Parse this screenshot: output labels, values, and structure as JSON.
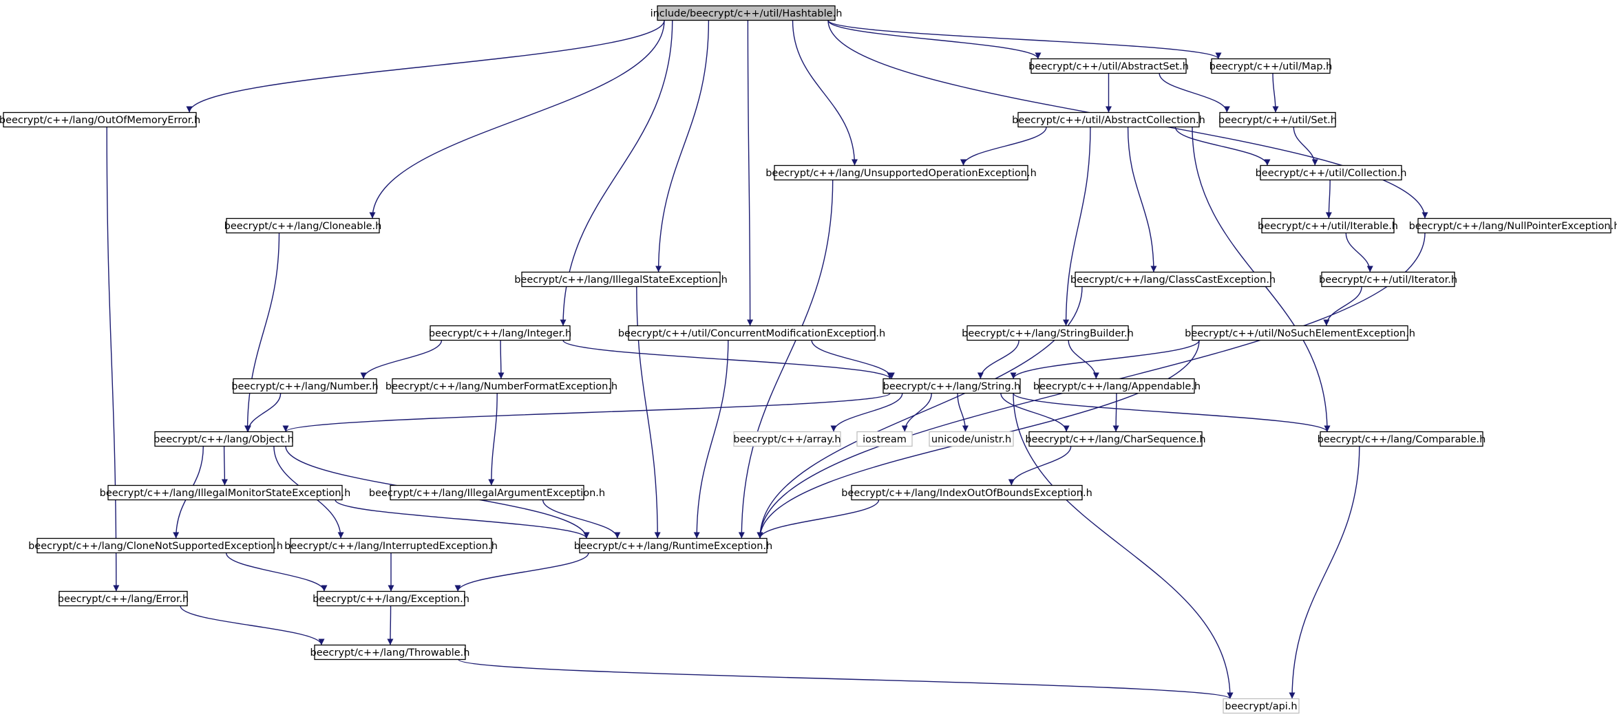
{
  "nodes": [
    {
      "id": "hashtable",
      "label": "include/beecrypt/c++/util/Hashtable.h",
      "kind": "root"
    },
    {
      "id": "oom",
      "label": "beecrypt/c++/lang/OutOfMemoryError.h",
      "kind": "file"
    },
    {
      "id": "cloneable",
      "label": "beecrypt/c++/lang/Cloneable.h",
      "kind": "file"
    },
    {
      "id": "integer",
      "label": "beecrypt/c++/lang/Integer.h",
      "kind": "file"
    },
    {
      "id": "illegalstate",
      "label": "beecrypt/c++/lang/IllegalStateException.h",
      "kind": "file"
    },
    {
      "id": "concurrent",
      "label": "beecrypt/c++/util/ConcurrentModificationException.h",
      "kind": "file"
    },
    {
      "id": "unsupported",
      "label": "beecrypt/c++/lang/UnsupportedOperationException.h",
      "kind": "file"
    },
    {
      "id": "abstractset",
      "label": "beecrypt/c++/util/AbstractSet.h",
      "kind": "file"
    },
    {
      "id": "map",
      "label": "beecrypt/c++/util/Map.h",
      "kind": "file"
    },
    {
      "id": "nullptr",
      "label": "beecrypt/c++/lang/NullPointerException.h",
      "kind": "file"
    },
    {
      "id": "abstractcoll",
      "label": "beecrypt/c++/util/AbstractCollection.h",
      "kind": "file"
    },
    {
      "id": "set",
      "label": "beecrypt/c++/util/Set.h",
      "kind": "file"
    },
    {
      "id": "collection",
      "label": "beecrypt/c++/util/Collection.h",
      "kind": "file"
    },
    {
      "id": "iterable",
      "label": "beecrypt/c++/util/Iterable.h",
      "kind": "file"
    },
    {
      "id": "iterator",
      "label": "beecrypt/c++/util/Iterator.h",
      "kind": "file"
    },
    {
      "id": "nosuch",
      "label": "beecrypt/c++/util/NoSuchElementException.h",
      "kind": "file"
    },
    {
      "id": "classcast",
      "label": "beecrypt/c++/lang/ClassCastException.h",
      "kind": "file"
    },
    {
      "id": "stringbuilder",
      "label": "beecrypt/c++/lang/StringBuilder.h",
      "kind": "file"
    },
    {
      "id": "number",
      "label": "beecrypt/c++/lang/Number.h",
      "kind": "file"
    },
    {
      "id": "numberformat",
      "label": "beecrypt/c++/lang/NumberFormatException.h",
      "kind": "file"
    },
    {
      "id": "string",
      "label": "beecrypt/c++/lang/String.h",
      "kind": "file"
    },
    {
      "id": "appendable",
      "label": "beecrypt/c++/lang/Appendable.h",
      "kind": "file"
    },
    {
      "id": "object",
      "label": "beecrypt/c++/lang/Object.h",
      "kind": "file"
    },
    {
      "id": "array",
      "label": "beecrypt/c++/array.h",
      "kind": "external"
    },
    {
      "id": "iostream",
      "label": "iostream",
      "kind": "external"
    },
    {
      "id": "unistr",
      "label": "unicode/unistr.h",
      "kind": "external"
    },
    {
      "id": "charseq",
      "label": "beecrypt/c++/lang/CharSequence.h",
      "kind": "file"
    },
    {
      "id": "comparable",
      "label": "beecrypt/c++/lang/Comparable.h",
      "kind": "file"
    },
    {
      "id": "illegalmonitor",
      "label": "beecrypt/c++/lang/IllegalMonitorStateException.h",
      "kind": "file"
    },
    {
      "id": "illegalarg",
      "label": "beecrypt/c++/lang/IllegalArgumentException.h",
      "kind": "file"
    },
    {
      "id": "indexoob",
      "label": "beecrypt/c++/lang/IndexOutOfBoundsException.h",
      "kind": "file"
    },
    {
      "id": "clonenot",
      "label": "beecrypt/c++/lang/CloneNotSupportedException.h",
      "kind": "file"
    },
    {
      "id": "interrupted",
      "label": "beecrypt/c++/lang/InterruptedException.h",
      "kind": "file"
    },
    {
      "id": "runtime",
      "label": "beecrypt/c++/lang/RuntimeException.h",
      "kind": "file"
    },
    {
      "id": "error",
      "label": "beecrypt/c++/lang/Error.h",
      "kind": "file"
    },
    {
      "id": "exception",
      "label": "beecrypt/c++/lang/Exception.h",
      "kind": "file"
    },
    {
      "id": "throwable",
      "label": "beecrypt/c++/lang/Throwable.h",
      "kind": "file"
    },
    {
      "id": "api",
      "label": "beecrypt/api.h",
      "kind": "external"
    }
  ],
  "edges": [
    [
      "hashtable",
      "oom"
    ],
    [
      "hashtable",
      "cloneable"
    ],
    [
      "hashtable",
      "integer"
    ],
    [
      "hashtable",
      "illegalstate"
    ],
    [
      "hashtable",
      "concurrent"
    ],
    [
      "hashtable",
      "unsupported"
    ],
    [
      "hashtable",
      "abstractset"
    ],
    [
      "hashtable",
      "map"
    ],
    [
      "hashtable",
      "nullptr"
    ],
    [
      "oom",
      "error"
    ],
    [
      "cloneable",
      "object"
    ],
    [
      "integer",
      "number"
    ],
    [
      "integer",
      "numberformat"
    ],
    [
      "integer",
      "string"
    ],
    [
      "illegalstate",
      "runtime"
    ],
    [
      "concurrent",
      "runtime"
    ],
    [
      "concurrent",
      "string"
    ],
    [
      "unsupported",
      "runtime"
    ],
    [
      "abstractset",
      "abstractcoll"
    ],
    [
      "abstractset",
      "set"
    ],
    [
      "map",
      "set"
    ],
    [
      "nullptr",
      "runtime"
    ],
    [
      "abstractcoll",
      "unsupported"
    ],
    [
      "abstractcoll",
      "collection"
    ],
    [
      "abstractcoll",
      "classcast"
    ],
    [
      "abstractcoll",
      "stringbuilder"
    ],
    [
      "abstractcoll",
      "comparable"
    ],
    [
      "set",
      "collection"
    ],
    [
      "collection",
      "iterable"
    ],
    [
      "iterable",
      "iterator"
    ],
    [
      "iterator",
      "nosuch"
    ],
    [
      "nosuch",
      "string"
    ],
    [
      "nosuch",
      "runtime"
    ],
    [
      "classcast",
      "runtime"
    ],
    [
      "stringbuilder",
      "string"
    ],
    [
      "stringbuilder",
      "appendable"
    ],
    [
      "number",
      "object"
    ],
    [
      "numberformat",
      "illegalarg"
    ],
    [
      "string",
      "object"
    ],
    [
      "string",
      "array"
    ],
    [
      "string",
      "iostream"
    ],
    [
      "string",
      "unistr"
    ],
    [
      "string",
      "charseq"
    ],
    [
      "string",
      "comparable"
    ],
    [
      "string",
      "api"
    ],
    [
      "appendable",
      "charseq"
    ],
    [
      "charseq",
      "indexoob"
    ],
    [
      "comparable",
      "api"
    ],
    [
      "object",
      "illegalmonitor"
    ],
    [
      "object",
      "runtime"
    ],
    [
      "object",
      "clonenot"
    ],
    [
      "object",
      "interrupted"
    ],
    [
      "illegalmonitor",
      "runtime"
    ],
    [
      "illegalarg",
      "runtime"
    ],
    [
      "indexoob",
      "runtime"
    ],
    [
      "clonenot",
      "exception"
    ],
    [
      "interrupted",
      "exception"
    ],
    [
      "runtime",
      "exception"
    ],
    [
      "error",
      "throwable"
    ],
    [
      "exception",
      "throwable"
    ],
    [
      "throwable",
      "api"
    ]
  ]
}
